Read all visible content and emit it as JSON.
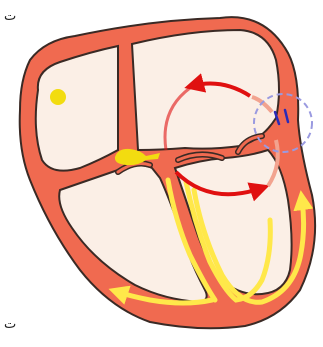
{
  "diagram": {
    "corner_glyph_top": "ت",
    "corner_glyph_bottom": "ت"
  },
  "colors": {
    "heart_wall": "#f06a50",
    "heart_outline": "#3a2a25",
    "chamber_fill": "#fbefe6",
    "pathway": "#ffe84a",
    "node": "#f2dc10",
    "reentry_arrow": "#e01010",
    "reentry_arrow_faint": "#f2a38f",
    "block_circle": "#9a9ae0",
    "block_mark": "#2a2ab8"
  },
  "icons": {
    "sa_node": "sinoatrial-node-dot",
    "av_node": "atrioventricular-node",
    "reentry": "reentry-circuit-arrows",
    "block": "conduction-block-circle"
  }
}
